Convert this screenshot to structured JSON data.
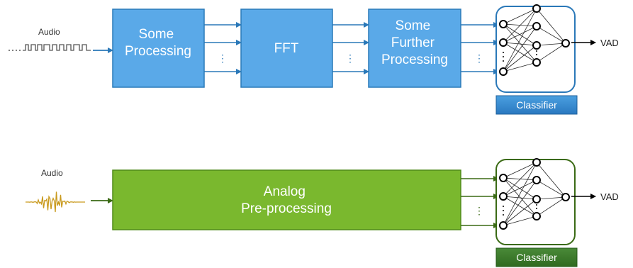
{
  "top_pipeline": {
    "input_label": "Audio",
    "blocks": [
      "Some\nProcessing",
      "FFT",
      "Some\nFurther\nProcessing"
    ],
    "classifier_label": "Classifier",
    "output_label": "VAD",
    "colors": {
      "block": "#5aa9e8",
      "border": "#2a7ab8",
      "arrow": "#2a78b8",
      "classifier_tag": "#2f86c9"
    }
  },
  "bottom_pipeline": {
    "input_label": "Audio",
    "block": "Analog\nPre-processing",
    "classifier_label": "Classifier",
    "output_label": "VAD",
    "colors": {
      "block": "#7ab82e",
      "border": "#4f8a18",
      "arrow": "#3a6a14",
      "classifier_tag": "#3a7a2a"
    }
  },
  "ellipsis": "⋮"
}
